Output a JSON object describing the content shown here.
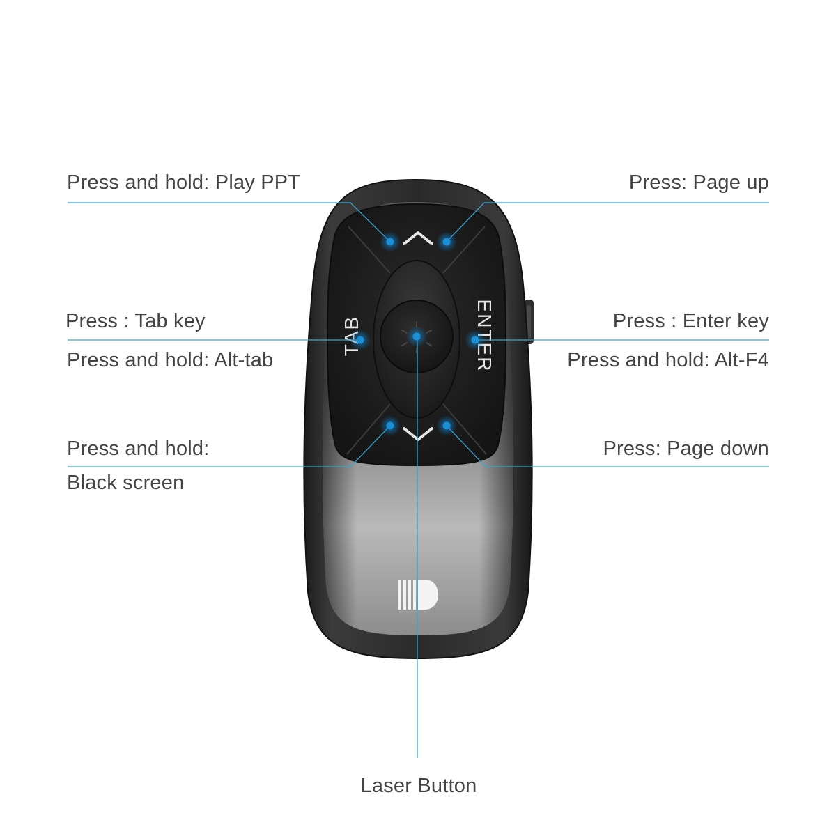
{
  "labels": {
    "play_ppt": "Press and hold: Play PPT",
    "page_up": "Press: Page up",
    "tab_key": "Press : Tab key",
    "alt_tab": "Press and hold: Alt-tab",
    "enter_key": "Press : Enter key",
    "alt_f4": "Press and hold: Alt-F4",
    "black_screen_line1": "Press and hold:",
    "black_screen_line2": "Black screen",
    "page_down": "Press: Page down",
    "laser_button": "Laser Button"
  },
  "device": {
    "tab_key_text": "TAB",
    "enter_key_text": "ENTER",
    "up_icon": "chevron-up-icon",
    "down_icon": "chevron-down-icon",
    "logo_icon": "brand-d-logo-icon"
  },
  "colors": {
    "callout_line": "#3aa6d0",
    "hotspot": "#1a8fd6",
    "body_dark": "#2b2b2b",
    "keypad": "#1f1f1f",
    "label_text": "#444444"
  }
}
